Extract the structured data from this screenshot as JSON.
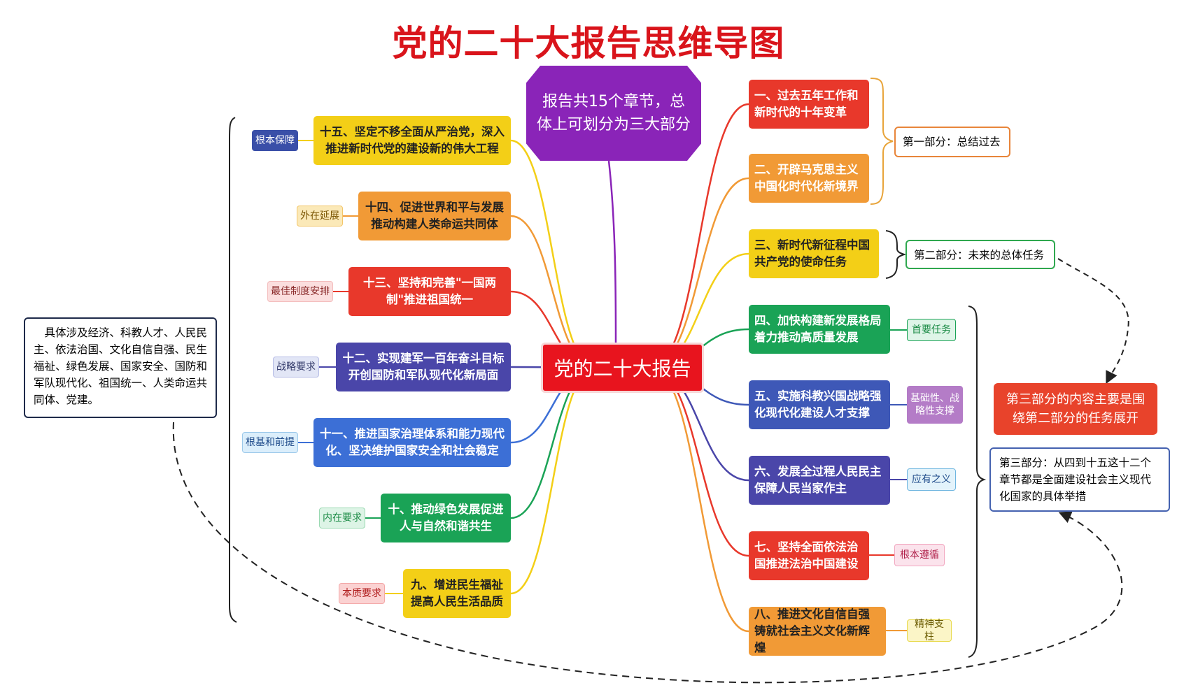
{
  "title": "党的二十大报告思维导图",
  "center": "党的二十大报告",
  "summary": "报告共15个章节，总体上可划分为三大部分",
  "chapters": [
    {
      "text": "一、过去五年工作和新时代的十年变革",
      "color": "#e8382b"
    },
    {
      "text": "二、开辟马克思主义中国化时代化新境界",
      "color": "#f19a36"
    },
    {
      "text": "三、新时代新征程中国共产党的使命任务",
      "color": "#f3cf17"
    },
    {
      "text": "四、加快构建新发展格局着力推动高质量发展",
      "color": "#1aa356",
      "tag": "首要任务"
    },
    {
      "text": "五、实施科教兴国战略强化现代化建设人才支撑",
      "color": "#3e58b7",
      "tag": "基础性、战略性支撑"
    },
    {
      "text": "六、发展全过程人民民主保障人民当家作主",
      "color": "#4a46a9",
      "tag": "应有之义"
    },
    {
      "text": "七、坚持全面依法治国推进法治中国建设",
      "color": "#e8382b",
      "tag": "根本遵循"
    },
    {
      "text": "八、推进文化自信自强铸就社会主义文化新辉煌",
      "color": "#f19a36",
      "tag": "精神支柱"
    },
    {
      "text": "九、增进民生福祉提高人民生活品质",
      "color": "#f3cf17",
      "tag": "本质要求"
    },
    {
      "text": "十、推动绿色发展促进人与自然和谐共生",
      "color": "#1aa356",
      "tag": "内在要求"
    },
    {
      "text": "十一、推进国家治理体系和能力现代化、坚决维护国家安全和社会稳定",
      "color": "#3c6fd6",
      "tag": "根基和前提"
    },
    {
      "text": "十二、实现建军一百年奋斗目标开创国防和军队现代化新局面",
      "color": "#4a46a9",
      "tag": "战略要求"
    },
    {
      "text": "十三、坚持和完善\"一国两制\"推进祖国统一",
      "color": "#e8382b",
      "tag": "最佳制度安排"
    },
    {
      "text": "十四、促进世界和平与发展推动构建人类命运共同体",
      "color": "#f19a36",
      "tag": "外在延展"
    },
    {
      "text": "十五、坚定不移全面从严治党，深入推进新时代党的建设新的伟大工程",
      "color": "#f3cf17",
      "tag": "根本保障"
    }
  ],
  "parts": {
    "part1": "第一部分：总结过去",
    "part2": "第二部分：未来的总体任务",
    "part3_main": "第三部分的内容主要是围绕第二部分的任务展开",
    "part3_detail": "第三部分：从四到十五这十二个章节都是全面建设社会主义现代化国家的具体举措"
  },
  "left_note": "具体涉及经济、科教人才、人民民主、依法治国、文化自信自强、民生福祉、绿色发展、国家安全、国防和军队现代化、祖国统一、人类命运共同体、党建。",
  "colors": {
    "title": "#d9141b",
    "hex": "#8a24b8",
    "center": "#e8141e",
    "part1_border": "#e8853a",
    "part2_border": "#2fa84f",
    "part3_fill": "#e8432b",
    "part3_border": "#4562b0",
    "note_border": "#1e2a4a"
  }
}
